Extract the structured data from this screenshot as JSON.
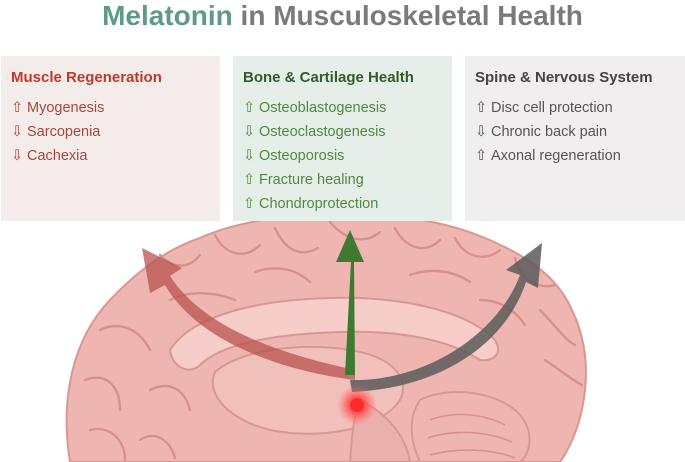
{
  "title": {
    "highlight": "Melatonin",
    "rest": " in Musculoskeletal Health"
  },
  "panels": {
    "muscle": {
      "heading": "Muscle Regeneration",
      "items": [
        {
          "arrow": "⇧",
          "text": "Myogenesis"
        },
        {
          "arrow": "⇩",
          "text": "Sarcopenia"
        },
        {
          "arrow": "⇩",
          "text": "Cachexia"
        }
      ]
    },
    "bone": {
      "heading": "Bone & Cartilage Health",
      "items": [
        {
          "arrow": "⇧",
          "text": "Osteoblastogenesis"
        },
        {
          "arrow": "⇩",
          "text": "Osteoclastogenesis"
        },
        {
          "arrow": "⇩",
          "text": "Osteoporosis"
        },
        {
          "arrow": "⇧",
          "text": "Fracture healing"
        },
        {
          "arrow": "⇧",
          "text": "Chondroprotection"
        }
      ]
    },
    "spine": {
      "heading": "Spine & Nervous System",
      "items": [
        {
          "arrow": "⇧",
          "text": "Disc cell protection"
        },
        {
          "arrow": "⇩",
          "text": "Chronic back pain"
        },
        {
          "arrow": "⇧",
          "text": "Axonal regeneration"
        }
      ]
    }
  },
  "colors": {
    "title_accent": "#5e9a8a",
    "title_rest": "#7a7a7a",
    "muscle": "#c0392b",
    "bone": "#2f5f27",
    "spine": "#555555",
    "brain": "#eeb3ae",
    "pineal_glow": "#ff3b3b"
  }
}
